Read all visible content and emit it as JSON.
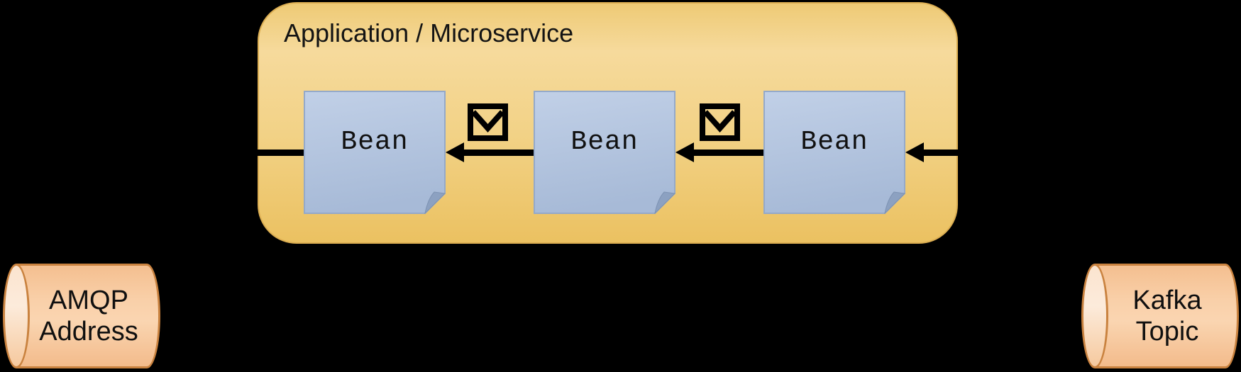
{
  "application": {
    "title": "Application / Microservice",
    "beans": [
      {
        "label": "Bean"
      },
      {
        "label": "Bean"
      },
      {
        "label": "Bean"
      }
    ]
  },
  "message_icons": [
    {
      "name": "envelope-icon",
      "position": "between-bean-1-and-2"
    },
    {
      "name": "envelope-icon",
      "position": "between-bean-2-and-3"
    }
  ],
  "flow": {
    "direction": "right-to-left",
    "arrows": [
      "kafka-to-bean3",
      "bean3-to-bean2",
      "bean2-to-bean1",
      "bean1-to-amqp"
    ]
  },
  "endpoints": [
    {
      "name": "amqp-address",
      "lines": [
        "AMQP",
        "Address"
      ]
    },
    {
      "name": "kafka-topic",
      "lines": [
        "Kafka",
        "Topic"
      ]
    }
  ],
  "colors": {
    "background": "#000000",
    "app_box_top": "#F6DA9C",
    "app_box_bottom": "#EBC161",
    "app_box_border": "#DCAE52",
    "bean_fill_top": "#C1D0E7",
    "bean_fill_bottom": "#A7BAD7",
    "bean_border": "#94A9C9",
    "bean_fold": "#8CA1C1",
    "cylinder_fill": "#F8CBA0",
    "cylinder_cap": "#FBE4CF",
    "cylinder_border": "#C9823F",
    "arrow": "#000000",
    "text": "#141414"
  }
}
